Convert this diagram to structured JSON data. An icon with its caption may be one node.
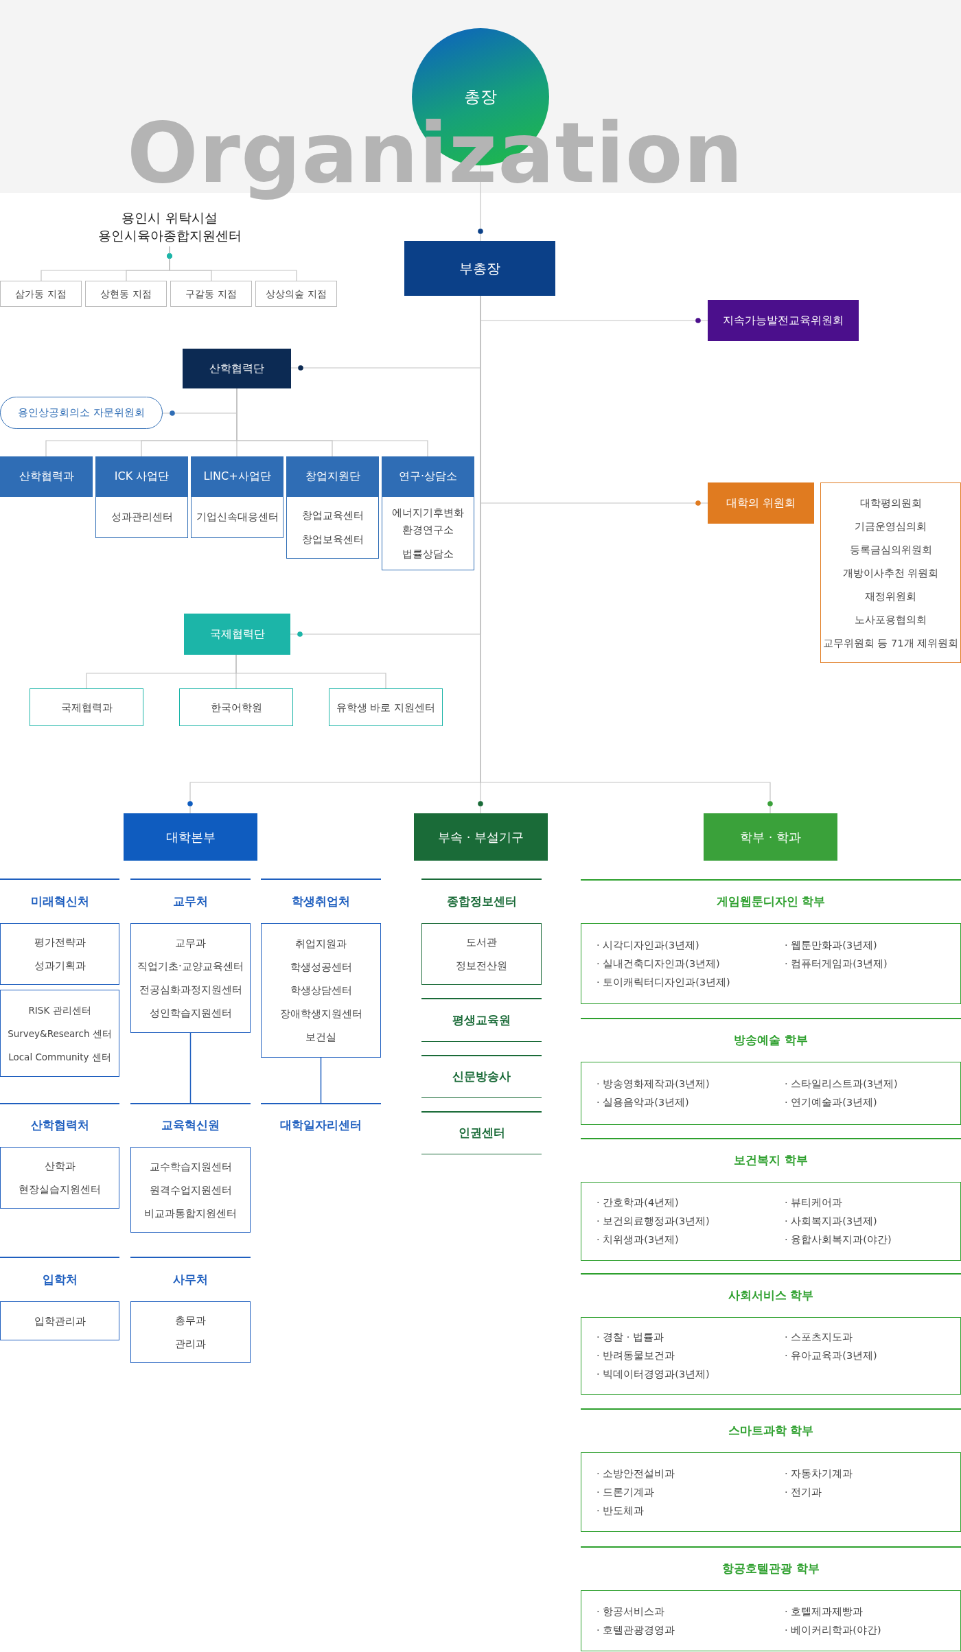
{
  "diagram": {
    "nodes": [
      {
        "text": [
          "총장"
        ]
      },
      {
        "text": [
          "부총장"
        ]
      },
      {
        "text": [
          "지속가능발전교육위원회"
        ]
      },
      {
        "text": [
          "용인시 위탁시설 용인시육아종합지원센터"
        ]
      },
      {
        "text": [
          "삼가동 지점"
        ]
      },
      {
        "text": [
          "상현동 지점"
        ]
      },
      {
        "text": [
          "구갈동 지점"
        ]
      },
      {
        "text": [
          "상상의숲 지점"
        ]
      },
      {
        "text": [
          "산학협력단"
        ]
      },
      {
        "text": [
          "용인상공회의소 자문위원회"
        ]
      },
      {
        "text": [
          "산학협력과"
        ]
      },
      {
        "text": [
          "ICK 사업단",
          "성과관리센터"
        ]
      },
      {
        "text": [
          "LINC+사업단",
          "기업신속대응센터"
        ]
      },
      {
        "text": [
          "창업지원단",
          "창업교육센터",
          "창업보육센터"
        ]
      },
      {
        "text": [
          "연구·상담소",
          "에너지기후변화 환경연구소",
          "법률상담소"
        ]
      },
      {
        "text": [
          "대학의 위원회"
        ]
      },
      {
        "text": [
          "대학평의원회",
          "기금운영심의회",
          "등록금심의위원회",
          "개방이사추천 위원회",
          "재정위원회",
          "노사포용협의회",
          "교무위원회 등 71개 제위원회"
        ]
      },
      {
        "text": [
          "국제협력단"
        ]
      },
      {
        "text": [
          "국제협력과"
        ]
      },
      {
        "text": [
          "한국어학원"
        ]
      },
      {
        "text": [
          "유학생 바로 지원센터"
        ]
      },
      {
        "text": [
          "대학본부"
        ]
      },
      {
        "text": [
          "부속 · 부설기구"
        ]
      },
      {
        "text": [
          "학부 · 학과"
        ]
      },
      {
        "text": [
          "미래혁신처"
        ]
      },
      {
        "text": [
          "평가전략과",
          "성과기획과"
        ]
      },
      {
        "text": [
          "RISK 관리센터",
          "Survey&Research 센터",
          "Local Community 센터"
        ]
      },
      {
        "text": [
          "교무처"
        ]
      },
      {
        "text": [
          "교무과",
          "직업기초·교양교육센터",
          "전공심화과정지원센터",
          "성인학습지원센터"
        ]
      },
      {
        "text": [
          "학생취업처"
        ]
      },
      {
        "text": [
          "취업지원과",
          "학생성공센터",
          "학생상담센터",
          "장애학생지원센터",
          "보건실"
        ]
      },
      {
        "text": [
          "산학협력처"
        ]
      },
      {
        "text": [
          "산학과",
          "현장실습지원센터"
        ]
      },
      {
        "text": [
          "교육혁신원"
        ]
      },
      {
        "text": [
          "교수학습지원센터",
          "원격수업지원센터",
          "비교과통합지원센터"
        ]
      },
      {
        "text": [
          "대학일자리센터"
        ]
      },
      {
        "text": [
          "입학처"
        ]
      },
      {
        "text": [
          "입학관리과"
        ]
      },
      {
        "text": [
          "사무처"
        ]
      },
      {
        "text": [
          "총무과",
          "관리과"
        ]
      },
      {
        "text": [
          "종합정보센터"
        ]
      },
      {
        "text": [
          "도서관",
          "정보전산원"
        ]
      },
      {
        "text": [
          "평생교육원"
        ]
      },
      {
        "text": [
          "신문방송사"
        ]
      },
      {
        "text": [
          "인권센터"
        ]
      },
      {
        "text": [
          "게임웹툰디자인 학부"
        ]
      },
      {
        "text": [
          "· 시각디자인과(3년제)",
          "· 실내건축디자인과(3년제)",
          "· 토이캐릭터디자인과(3년제)",
          "· 웹툰만화과(3년제)",
          "· 컴퓨터게임과(3년제)"
        ]
      },
      {
        "text": [
          "방송예술 학부"
        ]
      },
      {
        "text": [
          "· 방송영화제작과(3년제)",
          "· 실용음악과(3년제)",
          "· 스타일리스트과(3년제)",
          "· 연기예술과(3년제)"
        ]
      },
      {
        "text": [
          "보건복지 학부"
        ]
      },
      {
        "text": [
          "· 간호학과(4년제)",
          "· 보건의료행정과(3년제)",
          "· 치위생과(3년제)",
          "· 뷰티케어과",
          "· 사회복지과(3년제)",
          "· 융합사회복지과(야간)"
        ]
      },
      {
        "text": [
          "사회서비스 학부"
        ]
      },
      {
        "text": [
          "· 경찰 · 법률과",
          "· 반려동물보건과",
          "· 빅데이터경영과(3년제)",
          "· 스포츠지도과",
          "· 유아교육과(3년제)"
        ]
      },
      {
        "text": [
          "스마트과학 학부"
        ]
      },
      {
        "text": [
          "· 소방안전설비과",
          "· 드론기계과",
          "· 반도체과",
          "· 자동차기계과",
          "· 전기과"
        ]
      },
      {
        "text": [
          "항공호텔관광 학부"
        ]
      },
      {
        "text": [
          "· 항공서비스과",
          "· 호텔관광경영과",
          "· 호텔제과제빵과",
          "· 베이커리학과(야간)"
        ]
      }
    ],
    "edges": [
      {
        "from": 0,
        "to": 1,
        "arrow": "other"
      },
      {
        "from": 1,
        "to": 2,
        "arrow": "other"
      },
      {
        "from": 1,
        "to": 8,
        "arrow": "other"
      },
      {
        "from": 1,
        "to": 15,
        "arrow": "other"
      },
      {
        "from": 1,
        "to": 17,
        "arrow": "other"
      },
      {
        "from": 1,
        "to": 21,
        "arrow": "other"
      },
      {
        "from": 1,
        "to": 22,
        "arrow": "other"
      },
      {
        "from": 1,
        "to": 23,
        "arrow": "other"
      },
      {
        "from": 4,
        "to": 3,
        "arrow": "other"
      },
      {
        "from": 5,
        "to": 3,
        "arrow": "other"
      },
      {
        "from": 6,
        "to": 3,
        "arrow": "other"
      },
      {
        "from": 7,
        "to": 3,
        "arrow": "other"
      },
      {
        "from": 8,
        "to": 9,
        "arrow": "other"
      },
      {
        "from": 8,
        "to": 10,
        "arrow": "none"
      },
      {
        "from": 8,
        "to": 11,
        "arrow": "none"
      },
      {
        "from": 8,
        "to": 12,
        "arrow": "none"
      },
      {
        "from": 8,
        "to": 13,
        "arrow": "none"
      },
      {
        "from": 8,
        "to": 14,
        "arrow": "none"
      },
      {
        "from": 17,
        "to": 18,
        "arrow": "none"
      },
      {
        "from": 17,
        "to": 19,
        "arrow": "none"
      },
      {
        "from": 17,
        "to": 20,
        "arrow": "none"
      },
      {
        "from": 28,
        "to": 33,
        "arrow": "none",
        "color": "#1f5fbf"
      },
      {
        "from": 30,
        "to": 35,
        "arrow": "none",
        "color": "#1f5fbf"
      }
    ],
    "labels": [
      "Organization"
    ]
  }
}
